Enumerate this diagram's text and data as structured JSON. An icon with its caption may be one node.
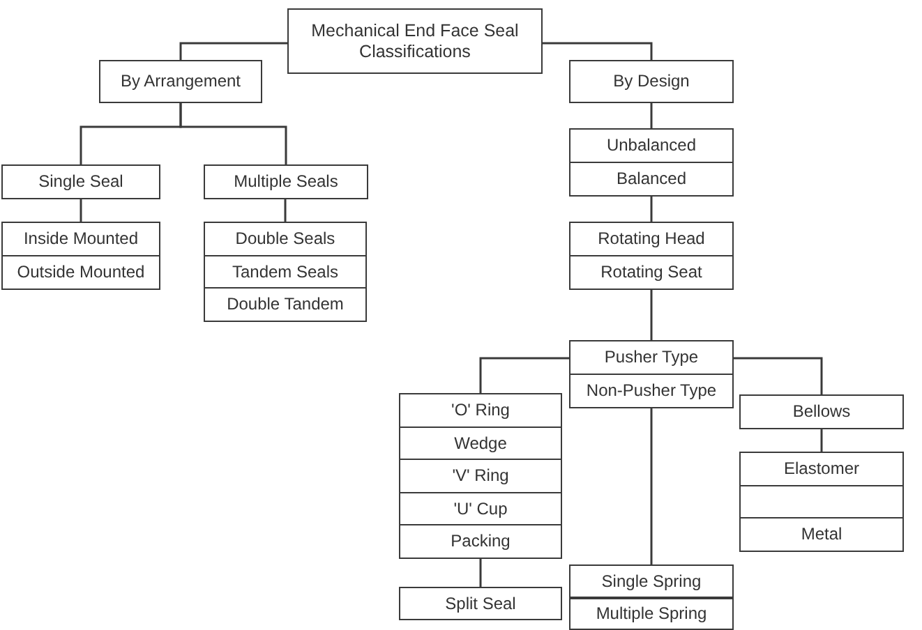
{
  "diagram": {
    "nodes": [
      {
        "text": [
          "Mechanical End Face Seal Classifications"
        ]
      },
      {
        "text": [
          "By Arrangement"
        ]
      },
      {
        "text": [
          "By Design"
        ]
      },
      {
        "text": [
          "Single Seal"
        ]
      },
      {
        "text": [
          "Multiple Seals"
        ]
      },
      {
        "text": [
          "Unbalanced"
        ]
      },
      {
        "text": [
          "Balanced"
        ]
      },
      {
        "text": [
          "Inside Mounted"
        ]
      },
      {
        "text": [
          "Outside Mounted"
        ]
      },
      {
        "text": [
          "Double Seals"
        ]
      },
      {
        "text": [
          "Tandem Seals"
        ]
      },
      {
        "text": [
          "Double Tandem"
        ]
      },
      {
        "text": [
          "Rotating Head"
        ]
      },
      {
        "text": [
          "Rotating Seat"
        ]
      },
      {
        "text": [
          "Pusher Type"
        ]
      },
      {
        "text": [
          "Non-Pusher Type"
        ]
      },
      {
        "text": [
          "'O' Ring"
        ]
      },
      {
        "text": [
          "Bellows"
        ]
      },
      {
        "text": [
          "Wedge"
        ]
      },
      {
        "text": [
          "'V' Ring"
        ]
      },
      {
        "text": [
          "'U' Cup"
        ]
      },
      {
        "text": [
          "Elastomer"
        ]
      },
      {
        "text": [],
        "shape": "box"
      },
      {
        "text": [
          "Packing"
        ]
      },
      {
        "text": [
          "Metal"
        ]
      },
      {
        "text": [
          "Split Seal"
        ]
      },
      {
        "text": [
          "Single Spring"
        ]
      },
      {
        "text": [
          "Multiple Spring"
        ]
      }
    ],
    "edges": [
      {
        "from": 0,
        "to": 1,
        "arrow": "none"
      },
      {
        "from": 0,
        "to": 2,
        "arrow": "none"
      },
      {
        "from": 1,
        "to": 3,
        "arrow": "none"
      },
      {
        "from": 1,
        "to": 4,
        "arrow": "none"
      },
      {
        "from": 3,
        "to": 7,
        "arrow": "none"
      },
      {
        "from": 4,
        "to": 9,
        "arrow": "none"
      },
      {
        "from": 2,
        "to": 5,
        "arrow": "none"
      },
      {
        "from": 6,
        "to": 12,
        "arrow": "none"
      },
      {
        "from": 13,
        "to": 14,
        "arrow": "none"
      },
      {
        "from": 14,
        "to": 16,
        "arrow": "none"
      },
      {
        "from": 14,
        "to": 17,
        "arrow": "none"
      },
      {
        "from": 23,
        "to": 25,
        "arrow": "none"
      },
      {
        "from": 15,
        "to": 26,
        "arrow": "none"
      },
      {
        "from": 17,
        "to": 21,
        "arrow": "none"
      }
    ]
  }
}
